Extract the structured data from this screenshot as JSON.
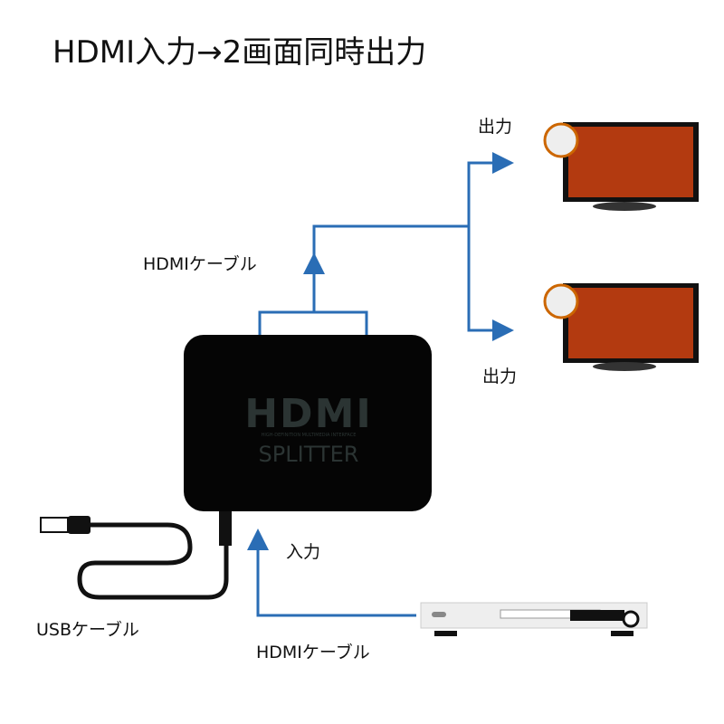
{
  "title": "HDMI入力→2画面同時出力",
  "labels": {
    "output_top": "出力",
    "output_bottom": "出力",
    "hdmi_cable_out": "HDMIケーブル",
    "hdmi_cable_in": "HDMIケーブル",
    "usb_cable": "USBケーブル",
    "input": "入力"
  },
  "device": {
    "logo": "HDMI",
    "tagline": "HIGH-DEFINITION MULTIMEDIA INTERFACE",
    "name": "SPLITTER"
  },
  "colors": {
    "arrow": "#2a6db5",
    "device": "#050505"
  }
}
